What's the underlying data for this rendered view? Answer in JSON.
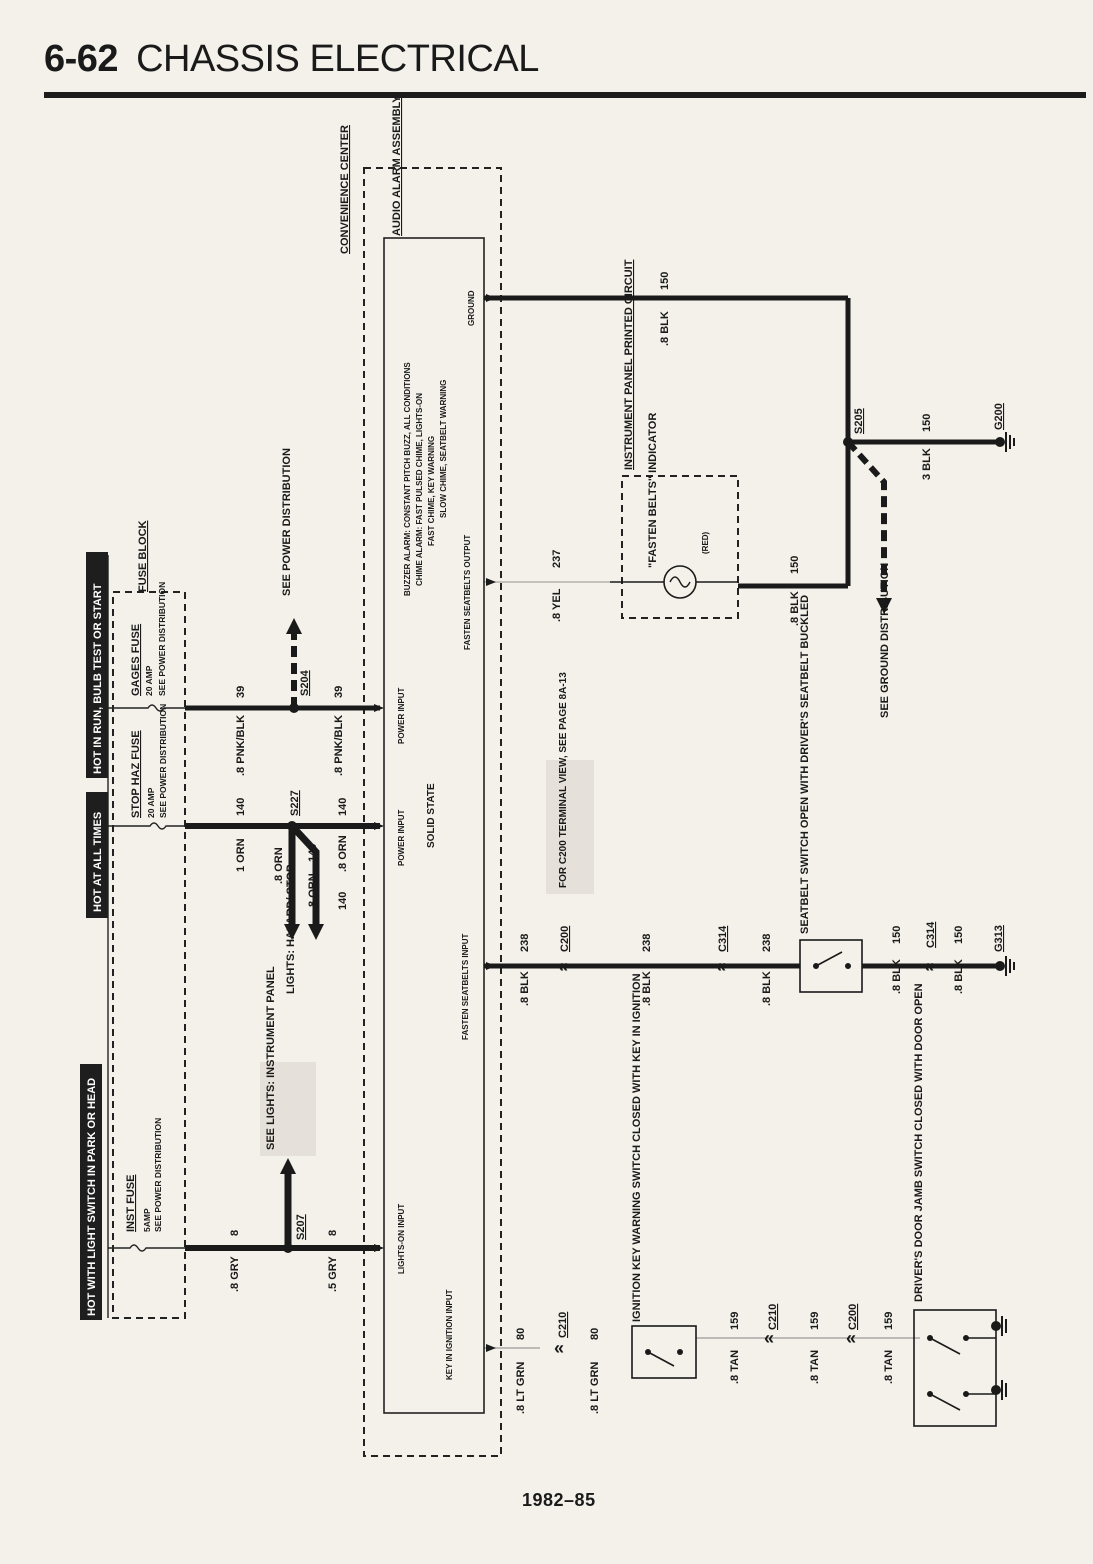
{
  "header": {
    "page_number": "6-62",
    "section_title": "CHASSIS ELECTRICAL"
  },
  "footer": {
    "years": "1982–85"
  },
  "hot_buses": {
    "park_head": "HOT WITH LIGHT SWITCH IN PARK OR HEAD",
    "all_times": "HOT AT ALL TIMES",
    "run_bulb": "HOT IN RUN, BULB TEST OR START"
  },
  "fuse_block": {
    "title": "FUSE BLOCK",
    "fuses": [
      {
        "name": "INST FUSE",
        "rating": "5AMP",
        "note": "SEE POWER DISTRIBUTION"
      },
      {
        "name": "STOP HAZ FUSE",
        "rating": "20 AMP",
        "note": "SEE POWER DISTRIBUTION"
      },
      {
        "name": "GAGES FUSE",
        "rating": "20 AMP",
        "note": "SEE POWER DISTRIBUTION"
      }
    ]
  },
  "wires": {
    "gry_8": ".8 GRY",
    "gry_5": ".5 GRY",
    "gry_circuit": "8",
    "orn_1": "1 ORN",
    "orn_8": ".8 ORN",
    "orn_circuit": "140",
    "pnk_blk": ".8 PNK/BLK",
    "pnk_circuit": "39",
    "blk": ".8 BLK",
    "blk_238": "238",
    "blk_150": "150",
    "blk_3": "3 BLK",
    "yel": ".8 YEL",
    "yel_circuit": "237",
    "lt_grn": ".8 LT GRN",
    "lt_grn_circuit": "80",
    "tan": ".8 TAN",
    "tan_circuit": "159"
  },
  "splices": {
    "s207": "S207",
    "s227": "S227",
    "s204": "S204",
    "s205": "S205"
  },
  "connectors": {
    "c200": "C200",
    "c314": "C314",
    "c210": "C210"
  },
  "grounds": {
    "g200": "G200",
    "g313": "G313"
  },
  "references": {
    "lights_ip": "SEE LIGHTS: INSTRUMENT PANEL",
    "lights_haz": "LIGHTS: HAZARD/ STOP",
    "power_dist": "SEE POWER DISTRIBUTION",
    "ground_dist": "SEE GROUND DISTRIBUTION",
    "c200_view": "FOR C200 TERMINAL VIEW, SEE PAGE 8A-13"
  },
  "convenience_center": {
    "title": "CONVENIENCE CENTER",
    "module": "AUDIO ALARM ASSEMBLY",
    "solid_state": "SOLID STATE",
    "pins": {
      "ground": "GROUND",
      "fasten_output": "FASTEN SEATBELTS OUTPUT",
      "power_input": "POWER INPUT",
      "fasten_input": "FASTEN SEATBELTS INPUT",
      "lights_on": "LIGHTS-ON INPUT",
      "key_ign": "KEY IN IGNITION INPUT"
    },
    "alarm_notes": [
      "BUZZER ALARM: CONSTANT PITCH BUZZ, ALL CONDITIONS",
      "CHIME ALARM: FAST PULSED CHIME, LIGHTS-ON",
      "FAST CHIME, KEY WARNING",
      "SLOW CHIME, SEATBELT WARNING"
    ]
  },
  "instrument_panel": {
    "title": "INSTRUMENT PANEL PRINTED CIRCUIT",
    "indicator": "\"FASTEN BELTS\" INDICATOR",
    "indicator_color": "(RED)"
  },
  "switches": {
    "seatbelt": "SEATBELT SWITCH OPEN WITH DRIVER'S SEATBELT BUCKLED",
    "ignition": "IGNITION KEY WARNING SWITCH CLOSED WITH KEY IN IGNITION",
    "door": "DRIVER'S DOOR JAMB SWITCH CLOSED WITH DOOR OPEN"
  }
}
